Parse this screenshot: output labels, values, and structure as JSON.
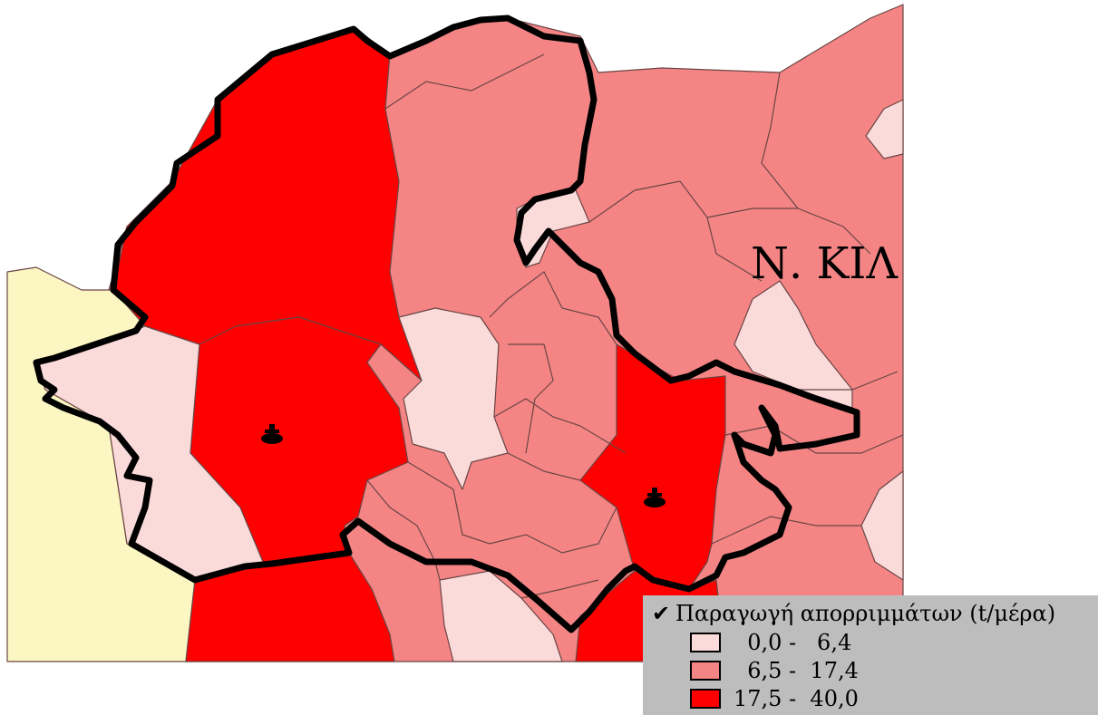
{
  "map": {
    "region_label": "Ν. ΚΙΛ",
    "colors": {
      "low": "#fbdada",
      "mid": "#f58585",
      "high": "#ff0000",
      "neighbor": "#fbf6c2",
      "border": "#000000"
    }
  },
  "legend": {
    "checkbox": "✔",
    "title": "Παραγωγή απορριμμάτων (t/μέρα)",
    "classes": [
      {
        "range": "  0,0 -   6,4",
        "color": "#fbdada"
      },
      {
        "range": "  6,5 -  17,4",
        "color": "#f58585"
      },
      {
        "range": "17,5 -  40,0",
        "color": "#ff0000"
      }
    ]
  }
}
